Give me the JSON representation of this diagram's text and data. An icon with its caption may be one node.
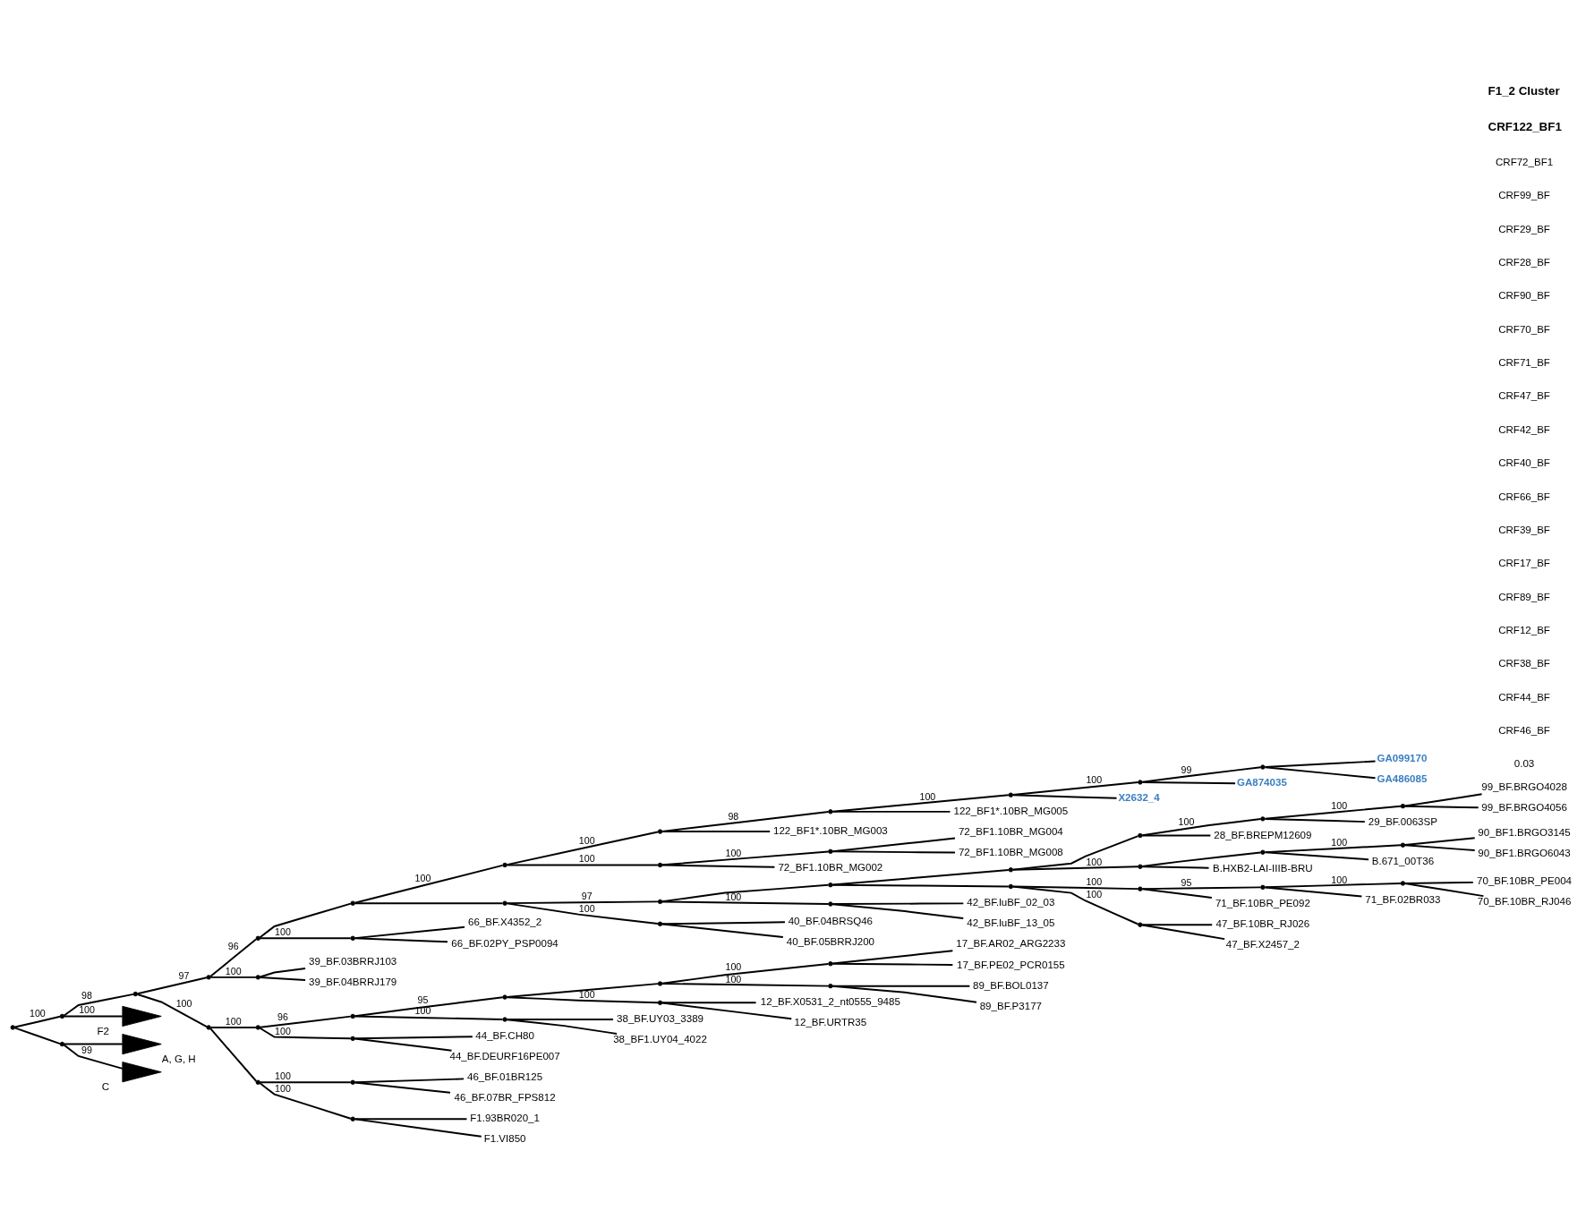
{
  "diagram": {
    "nodes": [
      {
        "text": [],
        "shape": "point"
      },
      {
        "text": [],
        "shape": "point"
      },
      {
        "text": [],
        "shape": "point"
      },
      {
        "text": [],
        "shape": "point"
      },
      {
        "text": [],
        "shape": "point"
      },
      {
        "text": [],
        "shape": "point"
      },
      {
        "text": [],
        "shape": "point"
      },
      {
        "text": [],
        "shape": "point"
      },
      {
        "text": [],
        "shape": "point"
      },
      {
        "text": [],
        "shape": "point"
      },
      {
        "text": [],
        "shape": "point"
      },
      {
        "text": [],
        "shape": "point"
      },
      {
        "text": [
          "GA099170"
        ]
      },
      {
        "text": [
          "GA486085"
        ]
      },
      {
        "text": [
          "GA874035"
        ]
      },
      {
        "text": [
          "X2632_4"
        ]
      },
      {
        "text": [
          "122_BF1*.10BR_MG005"
        ]
      },
      {
        "text": [
          "122_BF1*.10BR_MG003"
        ]
      },
      {
        "text": [],
        "shape": "point"
      },
      {
        "text": [],
        "shape": "point"
      },
      {
        "text": [
          "72_BF1.10BR_MG004"
        ]
      },
      {
        "text": [
          "72_BF1.10BR_MG008"
        ]
      },
      {
        "text": [
          "72_BF1.10BR_MG002"
        ]
      },
      {
        "text": [],
        "shape": "point"
      },
      {
        "text": [],
        "shape": "point"
      },
      {
        "text": [],
        "shape": "point"
      },
      {
        "text": [],
        "shape": "point"
      },
      {
        "text": [],
        "shape": "point"
      },
      {
        "text": [],
        "shape": "point"
      },
      {
        "text": [],
        "shape": "point"
      },
      {
        "text": [
          "99_BF.BRGO4028"
        ]
      },
      {
        "text": [
          "99_BF.BRGO4056"
        ]
      },
      {
        "text": [
          "29_BF.0063SP"
        ]
      },
      {
        "text": [
          "28_BF.BREPM12609"
        ]
      },
      {
        "text": [],
        "shape": "point"
      },
      {
        "text": [],
        "shape": "point"
      },
      {
        "text": [],
        "shape": "point"
      },
      {
        "text": [
          "90_BF1.BRGO3145"
        ]
      },
      {
        "text": [
          "90_BF1.BRGO6043"
        ]
      },
      {
        "text": [
          "B.671_00T36"
        ]
      },
      {
        "text": [
          "B.HXB2-LAI-IIIB-BRU"
        ]
      },
      {
        "text": [],
        "shape": "point"
      },
      {
        "text": [],
        "shape": "point"
      },
      {
        "text": [],
        "shape": "point"
      },
      {
        "text": [],
        "shape": "point"
      },
      {
        "text": [
          "70_BF.10BR_PE004"
        ]
      },
      {
        "text": [
          "70_BF.10BR_RJ046"
        ]
      },
      {
        "text": [
          "71_BF.02BR033"
        ]
      },
      {
        "text": [
          "71_BF.10BR_PE092"
        ]
      },
      {
        "text": [],
        "shape": "point"
      },
      {
        "text": [
          "47_BF.10BR_RJ026"
        ]
      },
      {
        "text": [
          "47_BF.X2457_2"
        ]
      },
      {
        "text": [],
        "shape": "point"
      },
      {
        "text": [
          "42_BF.luBF_02_03"
        ]
      },
      {
        "text": [
          "42_BF.luBF_13_05"
        ]
      },
      {
        "text": [],
        "shape": "point"
      },
      {
        "text": [
          "40_BF.04BRSQ46"
        ]
      },
      {
        "text": [
          "40_BF.05BRRJ200"
        ]
      },
      {
        "text": [],
        "shape": "point"
      },
      {
        "text": [
          "66_BF.X4352_2"
        ]
      },
      {
        "text": [
          "66_BF.02PY_PSP0094"
        ]
      },
      {
        "text": [],
        "shape": "point"
      },
      {
        "text": [
          "39_BF.03BRRJ103"
        ]
      },
      {
        "text": [
          "39_BF.04BRRJ179"
        ]
      },
      {
        "text": [],
        "shape": "point"
      },
      {
        "text": [],
        "shape": "point"
      },
      {
        "text": [],
        "shape": "point"
      },
      {
        "text": [],
        "shape": "point"
      },
      {
        "text": [],
        "shape": "point"
      },
      {
        "text": [],
        "shape": "point"
      },
      {
        "text": [
          "17_BF.AR02_ARG2233"
        ]
      },
      {
        "text": [
          "17_BF.PE02_PCR0155"
        ]
      },
      {
        "text": [],
        "shape": "point"
      },
      {
        "text": [
          "89_BF.BOL0137"
        ]
      },
      {
        "text": [
          "89_BF.P3177"
        ]
      },
      {
        "text": [],
        "shape": "point"
      },
      {
        "text": [
          "12_BF.X0531_2_nt0555_9485"
        ]
      },
      {
        "text": [
          "12_BF.URTR35"
        ]
      },
      {
        "text": [],
        "shape": "point"
      },
      {
        "text": [
          "38_BF.UY03_3389"
        ]
      },
      {
        "text": [
          "38_BF1.UY04_4022"
        ]
      },
      {
        "text": [],
        "shape": "point"
      },
      {
        "text": [
          "44_BF.CH80"
        ]
      },
      {
        "text": [
          "44_BF.DEURF16PE007"
        ]
      },
      {
        "text": [],
        "shape": "point"
      },
      {
        "text": [],
        "shape": "point"
      },
      {
        "text": [
          "46_BF.01BR125"
        ]
      },
      {
        "text": [
          "46_BF.07BR_FPS812"
        ]
      },
      {
        "text": [],
        "shape": "point"
      },
      {
        "text": [
          "F1.93BR020_1"
        ]
      },
      {
        "text": [
          "F1.VI850"
        ]
      },
      {
        "text": [
          "F2"
        ]
      },
      {
        "text": [],
        "shape": "point"
      },
      {
        "text": [
          "A, G, H"
        ]
      },
      {
        "text": [
          "C"
        ]
      }
    ],
    "edges": [
      {
        "from": 0,
        "to": 1,
        "arrow": "none",
        "label": "100"
      },
      {
        "from": 0,
        "to": 92,
        "arrow": "none"
      },
      {
        "from": 1,
        "to": 2,
        "arrow": "none",
        "label": "98"
      },
      {
        "from": 1,
        "to": 91,
        "arrow": "none",
        "label": "100"
      },
      {
        "from": 2,
        "to": 3,
        "arrow": "none",
        "label": "97"
      },
      {
        "from": 2,
        "to": 64,
        "arrow": "none",
        "label": "100"
      },
      {
        "from": 3,
        "to": 4,
        "arrow": "none",
        "label": "96"
      },
      {
        "from": 3,
        "to": 61,
        "arrow": "none",
        "label": "100"
      },
      {
        "from": 4,
        "to": 5,
        "arrow": "none"
      },
      {
        "from": 4,
        "to": 58,
        "arrow": "none",
        "label": "100"
      },
      {
        "from": 5,
        "to": 6,
        "arrow": "none",
        "label": "100"
      },
      {
        "from": 5,
        "to": 23,
        "arrow": "none"
      },
      {
        "from": 6,
        "to": 7,
        "arrow": "none",
        "label": "100"
      },
      {
        "from": 6,
        "to": 18,
        "arrow": "none",
        "label": "100"
      },
      {
        "from": 7,
        "to": 8,
        "arrow": "none",
        "label": "98"
      },
      {
        "from": 7,
        "to": 17,
        "arrow": "none"
      },
      {
        "from": 8,
        "to": 9,
        "arrow": "none",
        "label": "100"
      },
      {
        "from": 8,
        "to": 16,
        "arrow": "none"
      },
      {
        "from": 9,
        "to": 10,
        "arrow": "none",
        "label": "100"
      },
      {
        "from": 9,
        "to": 15,
        "arrow": "none"
      },
      {
        "from": 10,
        "to": 11,
        "arrow": "none",
        "label": "99"
      },
      {
        "from": 10,
        "to": 14,
        "arrow": "none"
      },
      {
        "from": 11,
        "to": 12,
        "arrow": "none"
      },
      {
        "from": 11,
        "to": 13,
        "arrow": "none"
      },
      {
        "from": 18,
        "to": 19,
        "arrow": "none",
        "label": "100"
      },
      {
        "from": 18,
        "to": 22,
        "arrow": "none"
      },
      {
        "from": 19,
        "to": 20,
        "arrow": "none"
      },
      {
        "from": 19,
        "to": 21,
        "arrow": "none"
      },
      {
        "from": 23,
        "to": 24,
        "arrow": "none",
        "label": "97"
      },
      {
        "from": 23,
        "to": 55,
        "arrow": "none",
        "label": "100"
      },
      {
        "from": 24,
        "to": 25,
        "arrow": "none"
      },
      {
        "from": 24,
        "to": 52,
        "arrow": "none",
        "label": "100"
      },
      {
        "from": 25,
        "to": 26,
        "arrow": "none"
      },
      {
        "from": 25,
        "to": 41,
        "arrow": "none"
      },
      {
        "from": 26,
        "to": 27,
        "arrow": "none"
      },
      {
        "from": 26,
        "to": 34,
        "arrow": "none",
        "label": "100"
      },
      {
        "from": 27,
        "to": 28,
        "arrow": "none",
        "label": "100"
      },
      {
        "from": 27,
        "to": 33,
        "arrow": "none"
      },
      {
        "from": 28,
        "to": 29,
        "arrow": "none",
        "label": "100"
      },
      {
        "from": 28,
        "to": 32,
        "arrow": "none"
      },
      {
        "from": 29,
        "to": 30,
        "arrow": "none"
      },
      {
        "from": 29,
        "to": 31,
        "arrow": "none"
      },
      {
        "from": 34,
        "to": 35,
        "arrow": "none"
      },
      {
        "from": 34,
        "to": 40,
        "arrow": "none"
      },
      {
        "from": 35,
        "to": 36,
        "arrow": "none",
        "label": "100"
      },
      {
        "from": 35,
        "to": 39,
        "arrow": "none"
      },
      {
        "from": 36,
        "to": 37,
        "arrow": "none"
      },
      {
        "from": 36,
        "to": 38,
        "arrow": "none"
      },
      {
        "from": 41,
        "to": 42,
        "arrow": "none",
        "label": "100"
      },
      {
        "from": 41,
        "to": 49,
        "arrow": "none",
        "label": "100"
      },
      {
        "from": 42,
        "to": 43,
        "arrow": "none",
        "label": "95"
      },
      {
        "from": 42,
        "to": 48,
        "arrow": "none"
      },
      {
        "from": 43,
        "to": 44,
        "arrow": "none",
        "label": "100"
      },
      {
        "from": 43,
        "to": 47,
        "arrow": "none"
      },
      {
        "from": 44,
        "to": 45,
        "arrow": "none"
      },
      {
        "from": 44,
        "to": 46,
        "arrow": "none"
      },
      {
        "from": 49,
        "to": 50,
        "arrow": "none"
      },
      {
        "from": 49,
        "to": 51,
        "arrow": "none"
      },
      {
        "from": 52,
        "to": 53,
        "arrow": "none"
      },
      {
        "from": 52,
        "to": 54,
        "arrow": "none"
      },
      {
        "from": 55,
        "to": 56,
        "arrow": "none"
      },
      {
        "from": 55,
        "to": 57,
        "arrow": "none"
      },
      {
        "from": 58,
        "to": 59,
        "arrow": "none"
      },
      {
        "from": 58,
        "to": 60,
        "arrow": "none"
      },
      {
        "from": 61,
        "to": 62,
        "arrow": "none"
      },
      {
        "from": 61,
        "to": 63,
        "arrow": "none"
      },
      {
        "from": 64,
        "to": 65,
        "arrow": "none",
        "label": "100"
      },
      {
        "from": 64,
        "to": 84,
        "arrow": "none"
      },
      {
        "from": 65,
        "to": 66,
        "arrow": "none",
        "label": "96"
      },
      {
        "from": 65,
        "to": 81,
        "arrow": "none",
        "label": "100"
      },
      {
        "from": 66,
        "to": 67,
        "arrow": "none",
        "label": "95"
      },
      {
        "from": 66,
        "to": 78,
        "arrow": "none",
        "label": "100"
      },
      {
        "from": 67,
        "to": 68,
        "arrow": "none"
      },
      {
        "from": 67,
        "to": 75,
        "arrow": "none",
        "label": "100"
      },
      {
        "from": 68,
        "to": 69,
        "arrow": "none",
        "label": "100"
      },
      {
        "from": 68,
        "to": 72,
        "arrow": "none",
        "label": "100"
      },
      {
        "from": 69,
        "to": 70,
        "arrow": "none"
      },
      {
        "from": 69,
        "to": 71,
        "arrow": "none"
      },
      {
        "from": 72,
        "to": 73,
        "arrow": "none"
      },
      {
        "from": 72,
        "to": 74,
        "arrow": "none"
      },
      {
        "from": 75,
        "to": 76,
        "arrow": "none"
      },
      {
        "from": 75,
        "to": 77,
        "arrow": "none"
      },
      {
        "from": 78,
        "to": 79,
        "arrow": "none"
      },
      {
        "from": 78,
        "to": 80,
        "arrow": "none"
      },
      {
        "from": 81,
        "to": 82,
        "arrow": "none"
      },
      {
        "from": 81,
        "to": 83,
        "arrow": "none"
      },
      {
        "from": 84,
        "to": 85,
        "arrow": "none",
        "label": "100"
      },
      {
        "from": 84,
        "to": 88,
        "arrow": "none",
        "label": "100"
      },
      {
        "from": 85,
        "to": 86,
        "arrow": "none"
      },
      {
        "from": 85,
        "to": 87,
        "arrow": "none"
      },
      {
        "from": 88,
        "to": 89,
        "arrow": "none"
      },
      {
        "from": 88,
        "to": 90,
        "arrow": "none"
      },
      {
        "from": 92,
        "to": 93,
        "arrow": "none"
      },
      {
        "from": 92,
        "to": 94,
        "arrow": "none",
        "label": "99"
      }
    ],
    "labels": [
      "F1_2 Cluster",
      "CRF122_BF1",
      "CRF72_BF1",
      "CRF99_BF",
      "CRF29_BF",
      "CRF28_BF",
      "CRF90_BF",
      "CRF70_BF",
      "CRF71_BF",
      "CRF47_BF",
      "CRF42_BF",
      "CRF40_BF",
      "CRF66_BF",
      "CRF39_BF",
      "CRF17_BF",
      "CRF89_BF",
      "CRF12_BF",
      "CRF38_BF",
      "CRF44_BF",
      "CRF46_BF",
      "0.03"
    ]
  }
}
